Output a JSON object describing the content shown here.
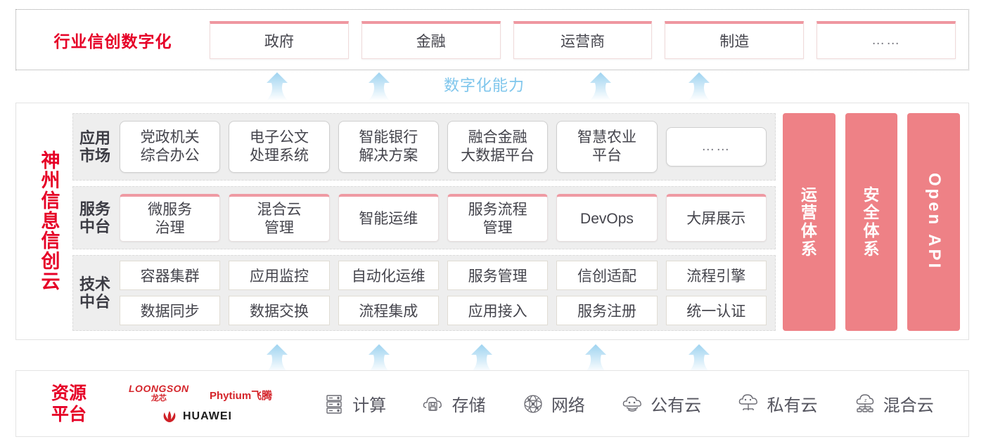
{
  "industry": {
    "title": "行业信创数字化",
    "cards": [
      {
        "label": "政府"
      },
      {
        "label": "金融"
      },
      {
        "label": "运营商"
      },
      {
        "label": "制造"
      },
      {
        "label": "……"
      }
    ]
  },
  "capability": {
    "label": "数字化能力",
    "arrow_icon": "up-arrow-icon",
    "upper_arrow_count": 4,
    "lower_arrow_count": 5
  },
  "cloud": {
    "title_chars": [
      "神",
      "州",
      "信",
      "息",
      "信",
      "创",
      "云"
    ],
    "rows": [
      {
        "id": "application-market",
        "label_lines": [
          "应用",
          "市场"
        ],
        "cards": [
          {
            "lines": [
              "党政机关",
              "综合办公"
            ]
          },
          {
            "lines": [
              "电子公文",
              "处理系统"
            ]
          },
          {
            "lines": [
              "智能银行",
              "解决方案"
            ]
          },
          {
            "lines": [
              "融合金融",
              "大数据平台"
            ]
          },
          {
            "lines": [
              "智慧农业",
              "平台"
            ]
          },
          {
            "lines": [
              "……"
            ],
            "style": "short"
          }
        ]
      },
      {
        "id": "service-middle-platform",
        "label_lines": [
          "服务",
          "中台"
        ],
        "cards": [
          {
            "lines": [
              "微服务",
              "治理"
            ]
          },
          {
            "lines": [
              "混合云",
              "管理"
            ]
          },
          {
            "lines": [
              "智能运维"
            ]
          },
          {
            "lines": [
              "服务流程",
              "管理"
            ]
          },
          {
            "lines": [
              "DevOps"
            ]
          },
          {
            "lines": [
              "大屏展示"
            ]
          }
        ]
      },
      {
        "id": "technical-middle-platform",
        "label_lines": [
          "技术",
          "中台"
        ],
        "line1": [
          "容器集群",
          "应用监控",
          "自动化运维",
          "服务管理",
          "信创适配",
          "流程引擎"
        ],
        "line2": [
          "数据同步",
          "数据交换",
          "流程集成",
          "应用接入",
          "服务注册",
          "统一认证"
        ]
      }
    ],
    "pillars": [
      {
        "id": "operation-system",
        "chars": [
          "运",
          "营",
          "体",
          "系"
        ],
        "orientation": "stacked"
      },
      {
        "id": "security-system",
        "chars": [
          "安",
          "全",
          "体",
          "系"
        ],
        "orientation": "stacked"
      },
      {
        "id": "open-api",
        "text": "Open API",
        "orientation": "vertical"
      }
    ]
  },
  "resource": {
    "title_lines": [
      "资源",
      "平台"
    ],
    "vendors": [
      {
        "id": "loongson",
        "en": "LOONGSON",
        "cn": "龙芯"
      },
      {
        "id": "phytium",
        "text": "Phytium飞腾"
      },
      {
        "id": "huawei",
        "text": "HUAWEI",
        "icon": "huawei-flower-icon"
      }
    ],
    "items": [
      {
        "label": "计算",
        "icon": "server-icon"
      },
      {
        "label": "存储",
        "icon": "cloud-storage-icon"
      },
      {
        "label": "网络",
        "icon": "network-mesh-icon"
      },
      {
        "label": "公有云",
        "icon": "public-cloud-icon"
      },
      {
        "label": "私有云",
        "icon": "private-cloud-icon"
      },
      {
        "label": "混合云",
        "icon": "hybrid-cloud-icon"
      }
    ]
  },
  "colors": {
    "brand_red": "#e60027",
    "pillar_pink": "#ee8186",
    "accent_pink": "#ef97a0",
    "arrow_blue": "#a9d8f2",
    "capability_text": "#7fc6ec"
  }
}
